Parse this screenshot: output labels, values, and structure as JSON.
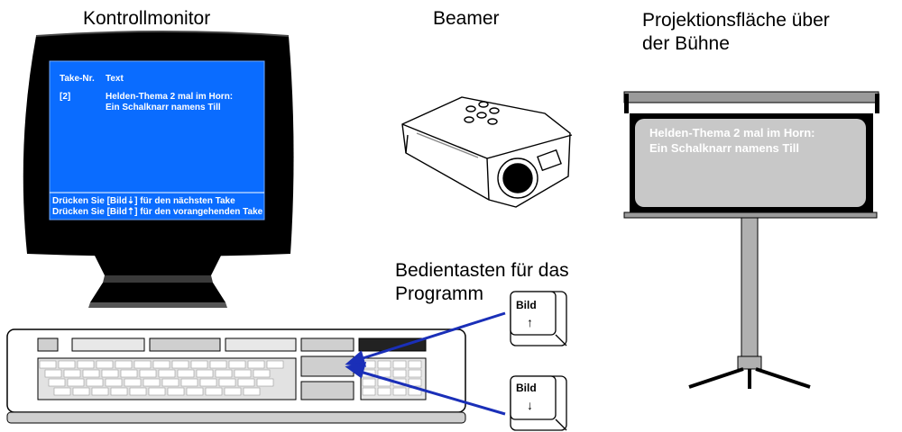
{
  "labels": {
    "monitor": "Kontrollmonitor",
    "beamer": "Beamer",
    "screen_line1": "Projektionsfläche über",
    "screen_line2": "der Bühne",
    "keys_line1": "Bedientasten für das",
    "keys_line2": "Programm"
  },
  "monitor_screen": {
    "col_take": "Take-Nr.",
    "col_text": "Text",
    "take_number": "[2]",
    "take_line1": "Helden-Thema 2 mal im Horn:",
    "take_line2": "Ein Schalknarr namens Till",
    "hint_next": "Drücken Sie [Bild⇣] für den nächsten Take",
    "hint_prev": "Drücken Sie [Bild⇡] für den vorangehenden Take"
  },
  "projection": {
    "line1": "Helden-Thema 2 mal im Horn:",
    "line2": "Ein Schalknarr namens Till"
  },
  "keys": {
    "up_label": "Bild",
    "up_arrow": "↑",
    "down_label": "Bild",
    "down_arrow": "↓"
  },
  "colors": {
    "monitor_screen": "#0a6cff",
    "projection_screen": "#c8c8c8",
    "arrow": "#1a2fb8"
  }
}
